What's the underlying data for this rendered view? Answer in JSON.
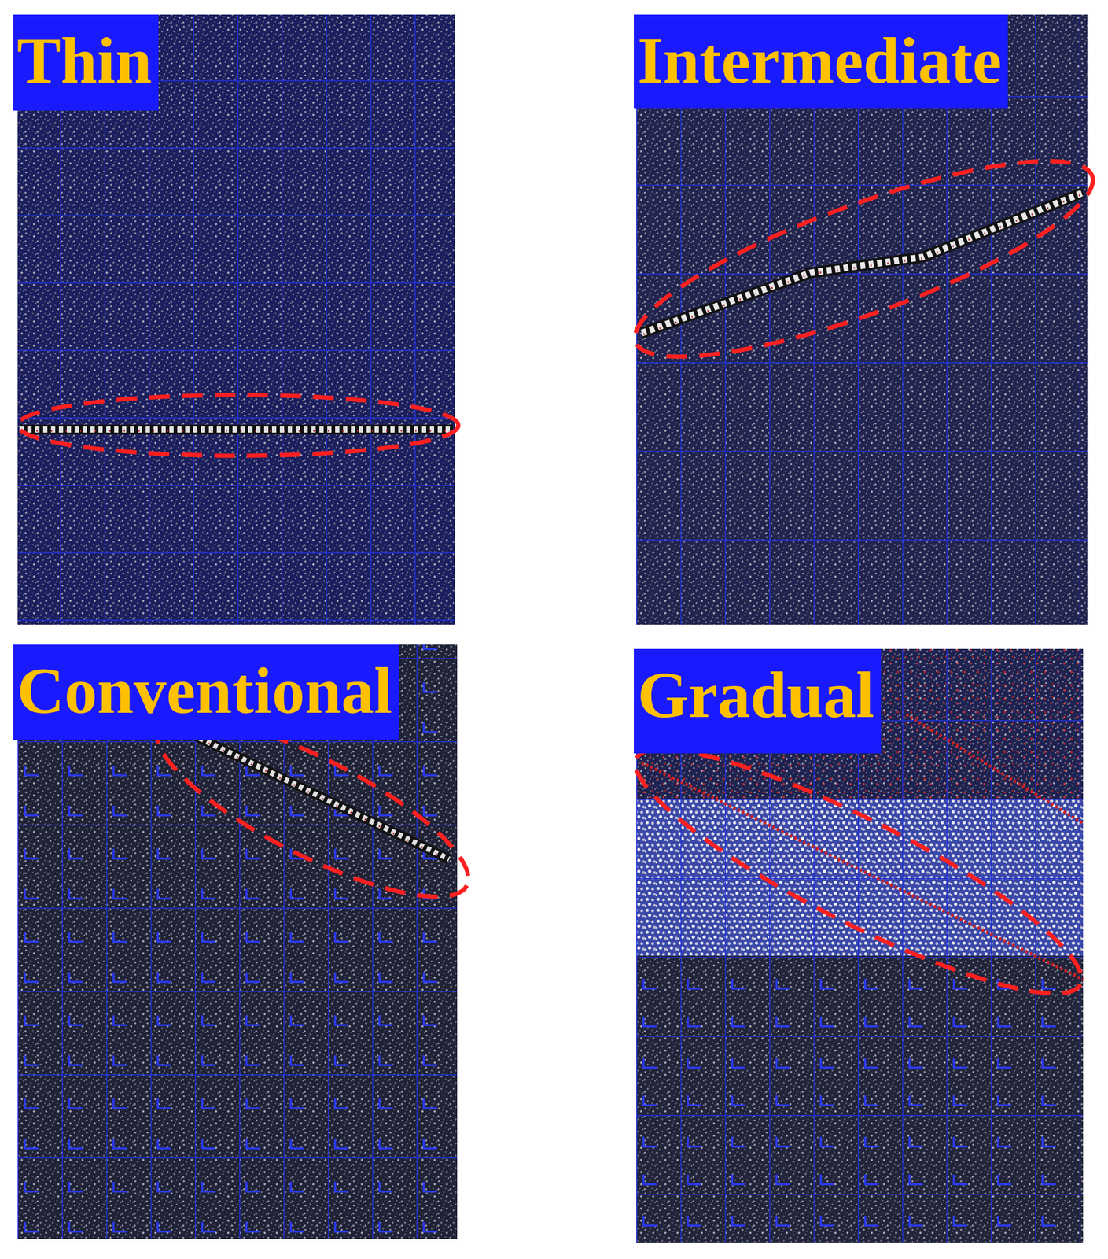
{
  "diagram": {
    "nodes": [
      {
        "text": [
          "Thin"
        ]
      },
      {
        "text": [
          "Intermediate"
        ]
      },
      {
        "text": [
          "Conventional"
        ]
      },
      {
        "text": [
          "Gradual"
        ]
      }
    ]
  }
}
